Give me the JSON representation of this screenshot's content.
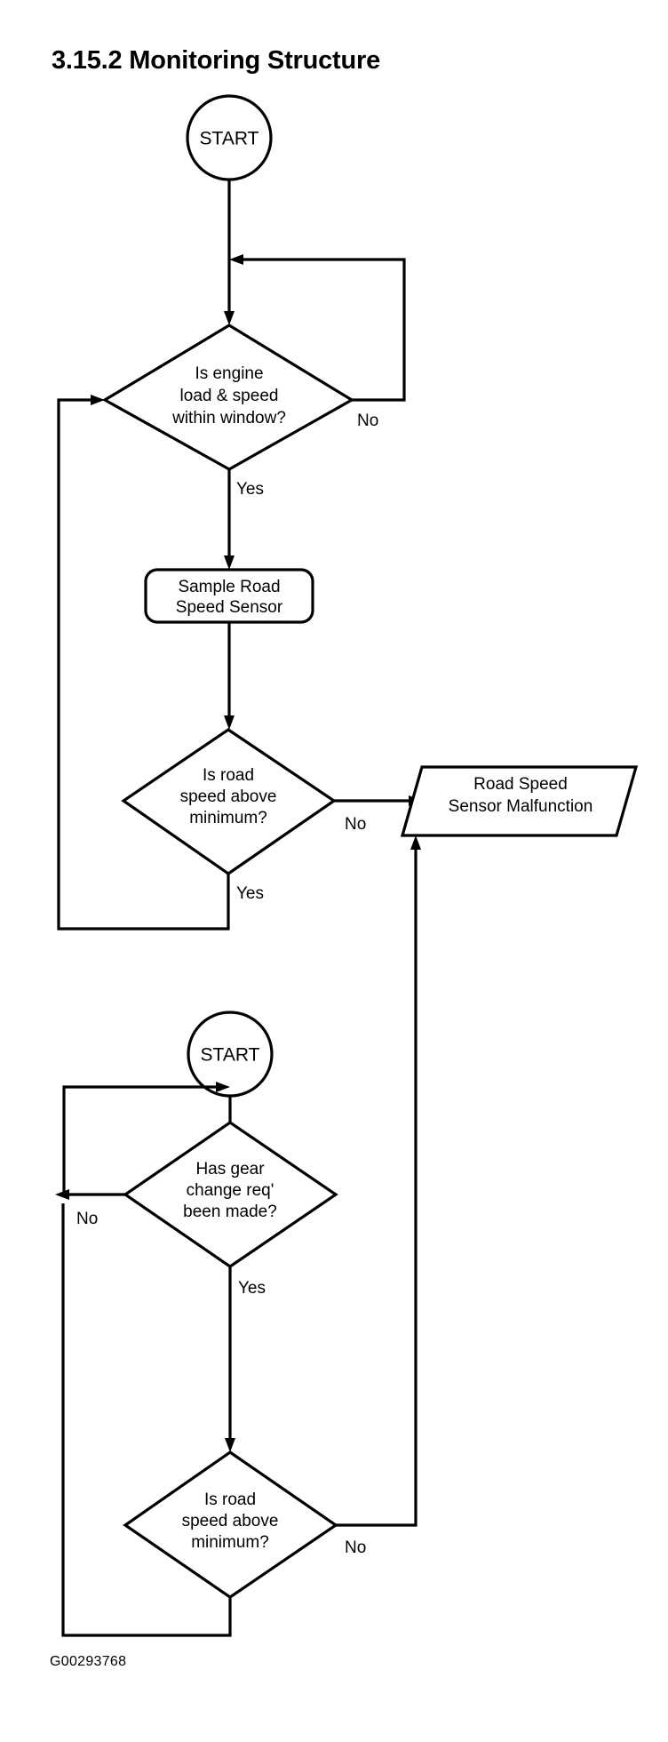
{
  "page": {
    "title": "3.15.2 Monitoring Structure",
    "caption": "G00293768",
    "background_color": "#ffffff",
    "line_color": "#000000"
  },
  "diagram": {
    "type": "flowchart",
    "nodes": [
      {
        "id": "start1",
        "shape": "circle",
        "lines": [
          "START"
        ]
      },
      {
        "id": "dec1",
        "shape": "diamond",
        "lines": [
          "Is engine",
          "load & speed",
          "within window?"
        ]
      },
      {
        "id": "proc1",
        "shape": "rounded-rect",
        "lines": [
          "Sample Road",
          "Speed Sensor"
        ]
      },
      {
        "id": "dec2",
        "shape": "diamond",
        "lines": [
          "Is road",
          "speed above",
          "minimum?"
        ]
      },
      {
        "id": "out1",
        "shape": "parallelogram",
        "lines": [
          "Road Speed",
          "Sensor Malfunction"
        ]
      },
      {
        "id": "start2",
        "shape": "circle",
        "lines": [
          "START"
        ]
      },
      {
        "id": "dec3",
        "shape": "diamond",
        "lines": [
          "Has gear",
          "change req'",
          "been made?"
        ]
      },
      {
        "id": "dec4",
        "shape": "diamond",
        "lines": [
          "Is road",
          "speed above",
          "minimum?"
        ]
      }
    ],
    "edge_labels": {
      "dec1_no": "No",
      "dec1_yes": "Yes",
      "dec2_no": "No",
      "dec2_yes": "Yes",
      "dec3_no": "No",
      "dec3_yes": "Yes",
      "dec4_no": "No"
    },
    "text": {
      "start1_line1": "START",
      "dec1_line1": "Is engine",
      "dec1_line2": "load & speed",
      "dec1_line3": "within window?",
      "proc1_line1": "Sample Road",
      "proc1_line2": "Speed Sensor",
      "dec2_line1": "Is road",
      "dec2_line2": "speed above",
      "dec2_line3": "minimum?",
      "out1_line1": "Road Speed",
      "out1_line2": "Sensor Malfunction",
      "start2_line1": "START",
      "dec3_line1": "Has gear",
      "dec3_line2": "change req'",
      "dec3_line3": "been made?",
      "dec4_line1": "Is road",
      "dec4_line2": "speed above",
      "dec4_line3": "minimum?"
    }
  }
}
